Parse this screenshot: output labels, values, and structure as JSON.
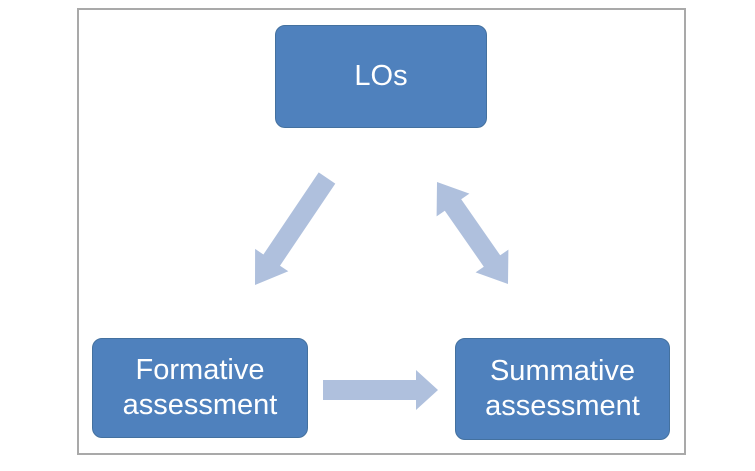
{
  "diagram": {
    "nodes": {
      "los": {
        "label": "LOs"
      },
      "formative": {
        "label": "Formative\nassessment"
      },
      "summative": {
        "label": "Summative\nassessment"
      }
    },
    "arrows": [
      {
        "name": "los-to-formative",
        "from": "LOs",
        "to": "Formative assessment",
        "heads": "single",
        "direction": "down-left"
      },
      {
        "name": "los-summative",
        "from": "LOs",
        "to": "Summative assessment",
        "heads": "double",
        "direction": "bidirectional"
      },
      {
        "name": "formative-to-summative",
        "from": "Formative assessment",
        "to": "Summative assessment",
        "heads": "single",
        "direction": "right"
      }
    ],
    "colors": {
      "node_fill": "#4F81BD",
      "node_border": "#44719F",
      "node_text": "#FFFFFF",
      "arrow_fill": "#AFC0DD",
      "frame_border": "#A9A9A9",
      "background": "#FFFFFF"
    }
  }
}
